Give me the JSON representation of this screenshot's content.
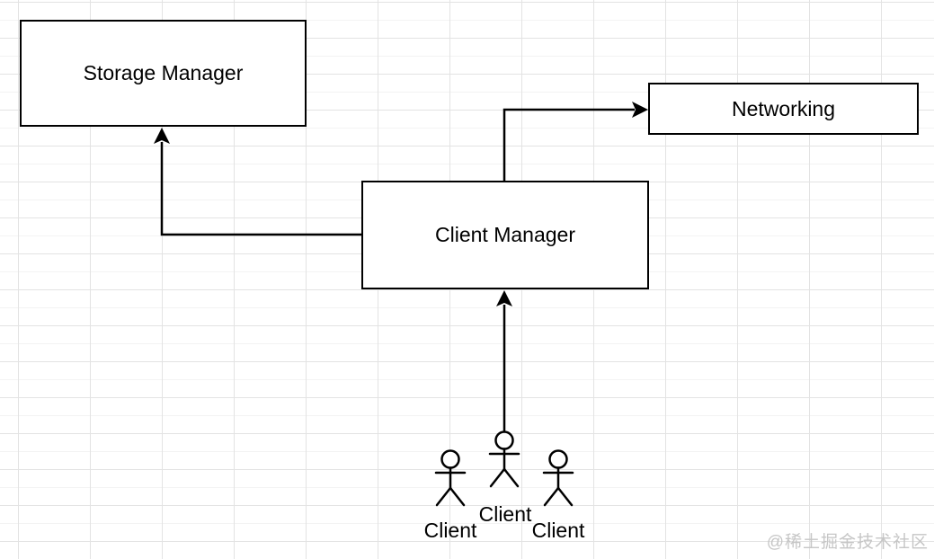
{
  "diagram": {
    "nodes": {
      "storage_manager": {
        "label": "Storage Manager"
      },
      "client_manager": {
        "label": "Client Manager"
      },
      "networking": {
        "label": "Networking"
      }
    },
    "actors": [
      {
        "position": "left",
        "label": "Client"
      },
      {
        "position": "middle",
        "label": "Client"
      },
      {
        "position": "right",
        "label": "Client"
      }
    ],
    "edges": [
      {
        "from": "Client Manager",
        "to": "Storage Manager",
        "style": "orthogonal-arrow"
      },
      {
        "from": "Client Manager",
        "to": "Networking",
        "style": "orthogonal-arrow"
      },
      {
        "from": "Client",
        "to": "Client Manager",
        "style": "straight-arrow"
      }
    ]
  },
  "watermark": {
    "text": "@稀土掘金技术社区"
  },
  "colors": {
    "background": "#ffffff",
    "stroke": "#000000",
    "node_fill": "#ffffff",
    "node_border": "#000000",
    "grid_major": "#e3e3e3",
    "grid_minor": "#f3f3f3",
    "watermark": "#c6c6c6"
  }
}
